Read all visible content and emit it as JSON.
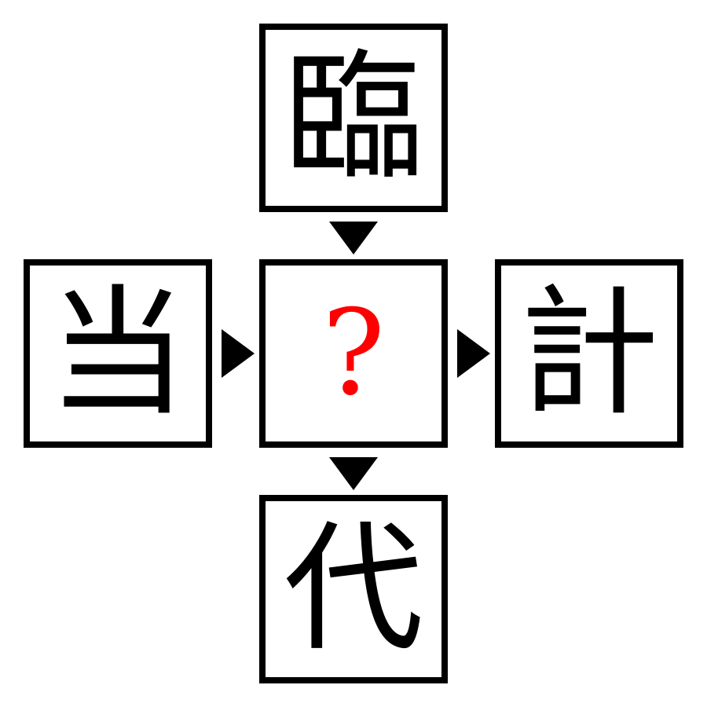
{
  "puzzle": {
    "top": {
      "char": "臨"
    },
    "left": {
      "char": "当"
    },
    "center": {
      "char": "?",
      "color": "#ff0000"
    },
    "right": {
      "char": "計"
    },
    "bottom": {
      "char": "代"
    }
  },
  "colors": {
    "border": "#000000",
    "text": "#000000",
    "unknown": "#ff0000",
    "background": "#ffffff"
  },
  "icons": {
    "arrow_down": "triangle-down-icon",
    "arrow_right": "triangle-right-icon"
  }
}
